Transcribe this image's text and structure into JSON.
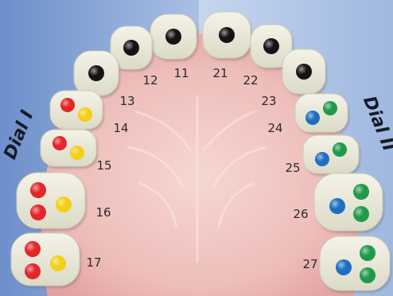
{
  "labels": {
    "dial_left": "Dial I",
    "dial_right": "Dial II"
  },
  "colors": {
    "background_left": "#6f8fc8",
    "background_right": "#b9cbe6",
    "gum": "#eab8b5",
    "tooth": "#ecebdc",
    "black": "#141414",
    "red": "#e3262a",
    "yellow": "#f3cf16",
    "blue": "#1f6fc0",
    "green": "#1f9a4b"
  },
  "teeth": [
    {
      "number": "11",
      "markers": [
        "black"
      ]
    },
    {
      "number": "12",
      "markers": [
        "black"
      ]
    },
    {
      "number": "13",
      "markers": [
        "black"
      ]
    },
    {
      "number": "14",
      "markers": [
        "red",
        "yellow"
      ]
    },
    {
      "number": "15",
      "markers": [
        "red",
        "yellow"
      ]
    },
    {
      "number": "16",
      "markers": [
        "red",
        "red",
        "yellow"
      ]
    },
    {
      "number": "17",
      "markers": [
        "red",
        "red",
        "yellow"
      ]
    },
    {
      "number": "21",
      "markers": [
        "black"
      ]
    },
    {
      "number": "22",
      "markers": [
        "black"
      ]
    },
    {
      "number": "23",
      "markers": [
        "black"
      ]
    },
    {
      "number": "24",
      "markers": [
        "blue",
        "green"
      ]
    },
    {
      "number": "25",
      "markers": [
        "blue",
        "green"
      ]
    },
    {
      "number": "26",
      "markers": [
        "blue",
        "green",
        "green"
      ]
    },
    {
      "number": "27",
      "markers": [
        "blue",
        "green",
        "green"
      ]
    }
  ]
}
